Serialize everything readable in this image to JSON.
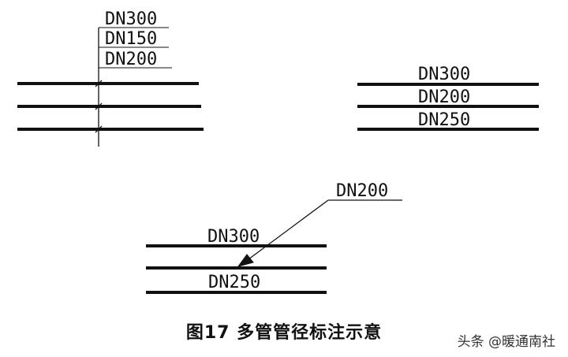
{
  "diagram": {
    "left_group": {
      "labels": [
        "DN300",
        "DN150",
        "DN200"
      ]
    },
    "right_group": {
      "labels": [
        "DN300",
        "DN200",
        "DN250"
      ]
    },
    "bottom_group": {
      "top_label": "DN300",
      "leader_label": "DN200",
      "bottom_label": "DN250"
    }
  },
  "caption": "图17  多管管径标注示意",
  "watermark": "头条 @暖通南社",
  "colors": {
    "line": "#111111",
    "background": "#ffffff"
  }
}
